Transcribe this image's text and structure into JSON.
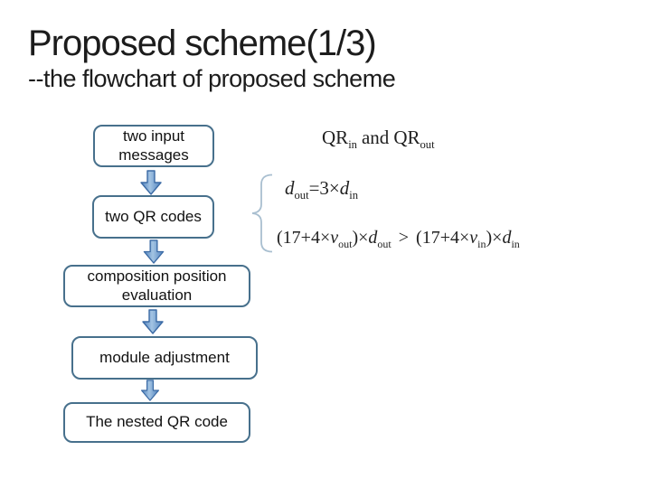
{
  "slide": {
    "title": "Proposed scheme(1/3)",
    "subtitle": "--the flowchart of proposed scheme"
  },
  "flowchart": {
    "boxes": [
      {
        "label": "two input messages"
      },
      {
        "label": "two QR codes"
      },
      {
        "label": "composition position evaluation"
      },
      {
        "label": "module adjustment"
      },
      {
        "label": "The nested QR code"
      }
    ]
  },
  "formulas": {
    "qr": {
      "base1": "QR",
      "sub1": "in",
      "mid": "and",
      "base2": "QR",
      "sub2": "out"
    },
    "d": {
      "var1": "d",
      "sub1": "out",
      "op": "=3×",
      "var2": "d",
      "sub2": "in"
    },
    "ineq": {
      "open1": "(17+4×",
      "v1": "v",
      "vsub1": "out",
      "close1": ")×",
      "d1": "d",
      "dsub1": "out",
      "gt": ">",
      "open2": "(17+4×",
      "v2": "v",
      "vsub2": "in",
      "close2": ")×",
      "d2": "d",
      "dsub2": "in"
    }
  },
  "colors": {
    "box_border": "#47708c",
    "arrow_fill": "#4f81bd",
    "arrow_highlight": "#a3c4e3",
    "arrow_outline": "#3c6ba5",
    "brace": "#a9bfd0",
    "text": "#1c1c1c"
  }
}
